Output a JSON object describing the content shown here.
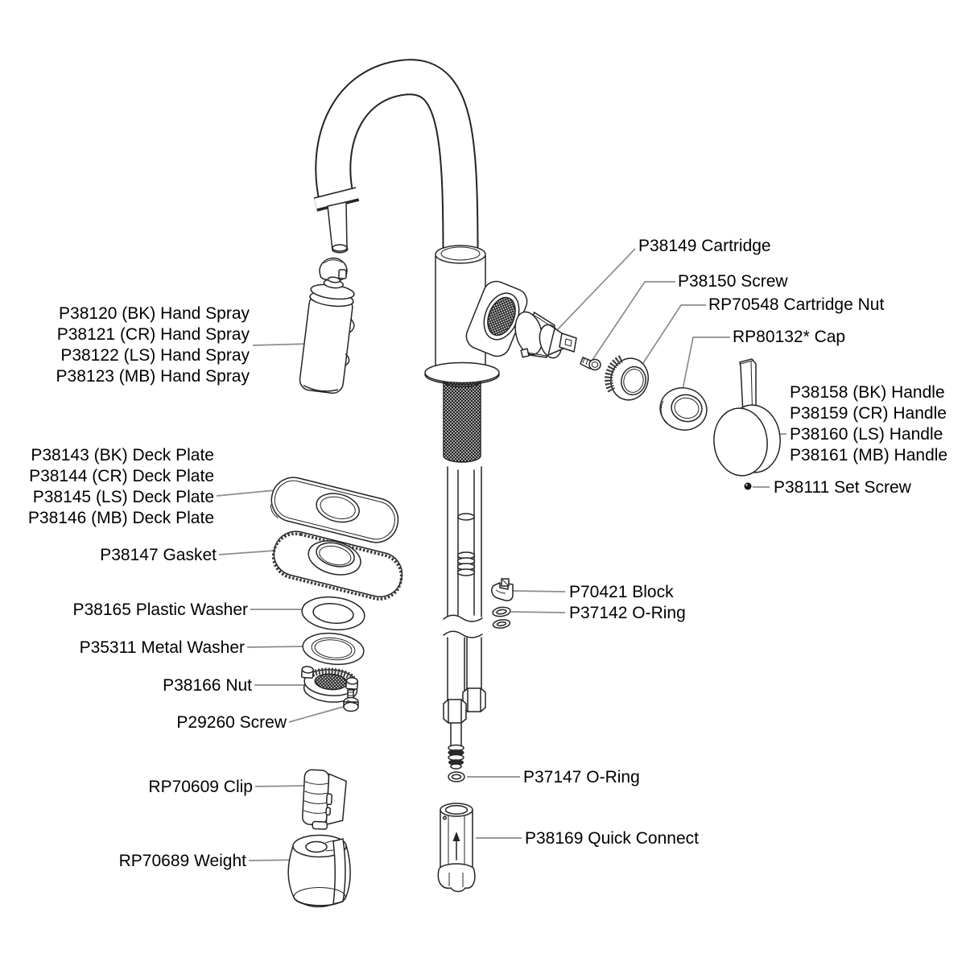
{
  "diagram": {
    "kind": "exploded-parts-diagram",
    "subject": "pull-down kitchen faucet",
    "colors": {
      "ink": "#242424",
      "leader_line": "#8c8c8c",
      "background": "#ffffff",
      "text": "#000000"
    }
  },
  "parts": {
    "hand_spray": {
      "lines": [
        "P38120 (BK) Hand Spray",
        "P38121 (CR) Hand Spray",
        "P38122 (LS) Hand Spray",
        "P38123 (MB) Hand Spray"
      ]
    },
    "deck_plate": {
      "lines": [
        "P38143 (BK) Deck Plate",
        "P38144 (CR) Deck Plate",
        "P38145 (LS) Deck Plate",
        "P38146 (MB) Deck Plate"
      ]
    },
    "gasket": {
      "label": "P38147 Gasket"
    },
    "plastic_washer": {
      "label": "P38165 Plastic Washer"
    },
    "metal_washer": {
      "label": "P35311 Metal Washer"
    },
    "mounting_nut": {
      "label": "P38166 Nut"
    },
    "mounting_screw": {
      "label": "P29260 Screw"
    },
    "hose_clip": {
      "label": "RP70609 Clip"
    },
    "hose_weight": {
      "label": "RP70689 Weight"
    },
    "cartridge": {
      "label": "P38149 Cartridge"
    },
    "cartridge_screw": {
      "label": "P38150 Screw"
    },
    "cartridge_nut": {
      "label": "RP70548 Cartridge Nut"
    },
    "cap": {
      "label": "RP80132* Cap"
    },
    "handle": {
      "lines": [
        "P38158 (BK) Handle",
        "P38159 (CR) Handle",
        "P38160 (LS) Handle",
        "P38161 (MB) Handle"
      ]
    },
    "set_screw": {
      "label": "P38111 Set Screw"
    },
    "block": {
      "label": "P70421 Block"
    },
    "o_ring_block": {
      "label": "P37142 O-Ring"
    },
    "o_ring_hose": {
      "label": "P37147 O-Ring"
    },
    "quick_connect": {
      "label": "P38169 Quick Connect"
    }
  }
}
